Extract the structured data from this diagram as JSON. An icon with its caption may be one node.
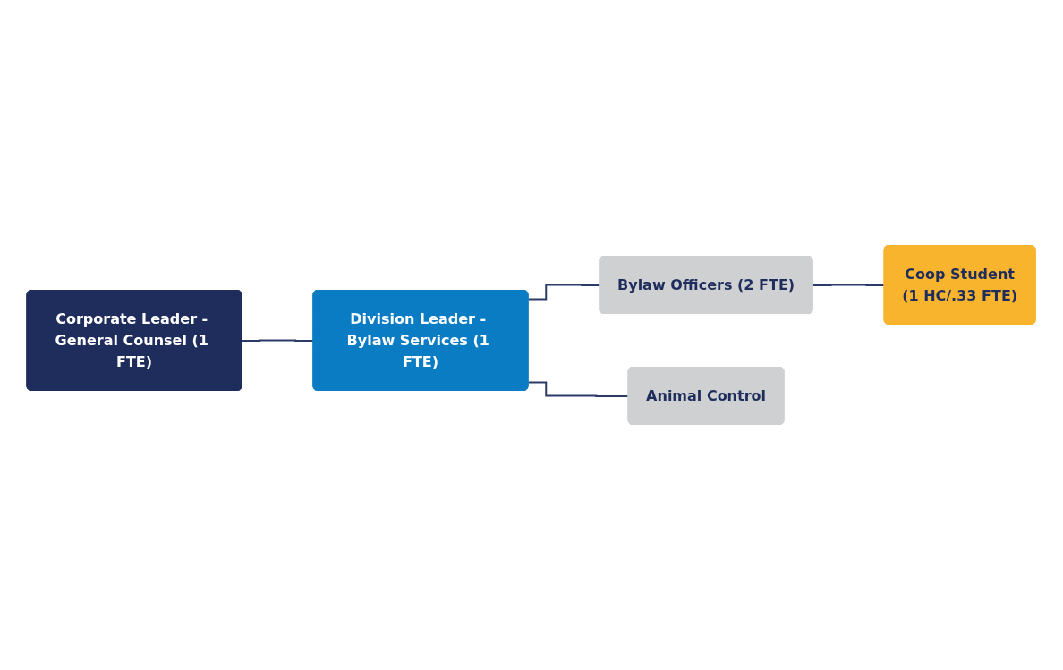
{
  "diagram": {
    "nodes": [
      {
        "text": [
          "Corporate Leader - General Counsel (1 FTE)"
        ]
      },
      {
        "text": [
          "Division Leader - Bylaw Services (1 FTE)"
        ]
      },
      {
        "text": [
          "Bylaw Officers (2 FTE)"
        ]
      },
      {
        "text": [
          "Coop Student",
          "(1 HC/.33 FTE)"
        ]
      },
      {
        "text": [
          "Animal Control"
        ]
      }
    ],
    "edges": [
      {
        "from": 0,
        "to": 1,
        "arrow": "none"
      },
      {
        "from": 1,
        "to": 2,
        "arrow": "none"
      },
      {
        "from": 1,
        "to": 4,
        "arrow": "none"
      },
      {
        "from": 2,
        "to": 3,
        "arrow": "none"
      }
    ]
  }
}
